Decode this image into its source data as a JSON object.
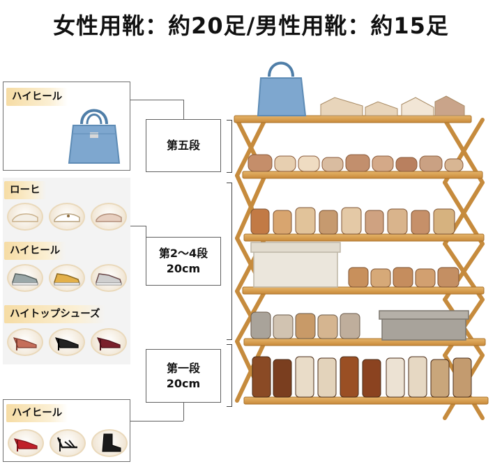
{
  "title": "女性用靴：約20足/男性用靴：約15足",
  "panels": {
    "top": {
      "tag": "ハイヒール",
      "icon": "handbag-icon"
    },
    "middle": {
      "groups": [
        {
          "tag": "ローヒ",
          "icon": "flat-shoe-icon"
        },
        {
          "tag": "ハイヒール",
          "icon": "sneaker-icon"
        },
        {
          "tag": "ハイトップシューズ",
          "icon": "high-heel-icon"
        }
      ]
    },
    "bottom": {
      "tag": "ハイヒール",
      "icon": "high-heel-icon"
    }
  },
  "labels": {
    "fifth": {
      "line1": "第五段"
    },
    "middle": {
      "line1": "第2〜4段",
      "line2": "20cm"
    },
    "first": {
      "line1": "第一段",
      "line2": "20cm"
    }
  },
  "colors": {
    "bamboo": "#d9a556",
    "bamboo_dark": "#b97a2c",
    "bag": "#7ea7cf",
    "box": "#e8e4da",
    "box_grey": "#a8a39b"
  }
}
